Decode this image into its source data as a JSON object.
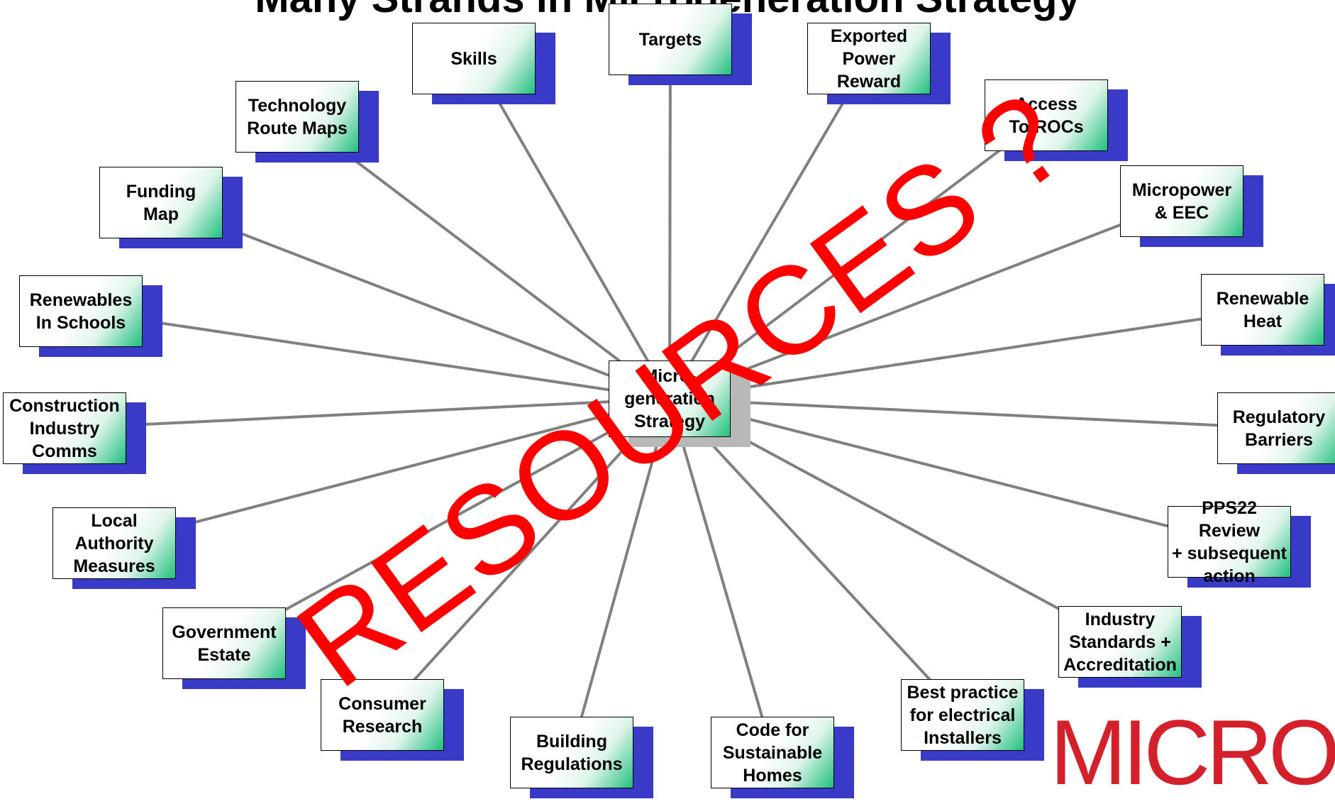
{
  "title": "Many Strands in Microgeneration Strategy",
  "center": {
    "label": "Micro-\ngeneration\nStrategy"
  },
  "nodes": [
    {
      "id": "targets",
      "label": "Targets"
    },
    {
      "id": "skills",
      "label": "Skills"
    },
    {
      "id": "exported-power-reward",
      "label": "Exported\nPower\nReward"
    },
    {
      "id": "technology-route-maps",
      "label": "Technology\nRoute Maps"
    },
    {
      "id": "access-to-rocs",
      "label": "Access\nTo ROCs"
    },
    {
      "id": "funding-map",
      "label": "Funding\nMap"
    },
    {
      "id": "micropower-eec",
      "label": "Micropower\n& EEC"
    },
    {
      "id": "renewables-in-schools",
      "label": "Renewables\nIn Schools"
    },
    {
      "id": "renewable-heat",
      "label": "Renewable\nHeat"
    },
    {
      "id": "construction-industry-comms",
      "label": "Construction\nIndustry\nComms"
    },
    {
      "id": "regulatory-barriers",
      "label": "Regulatory\nBarriers"
    },
    {
      "id": "local-authority-measures",
      "label": "Local\nAuthority\nMeasures"
    },
    {
      "id": "pps22-review",
      "label": "PPS22 Review\n+ subsequent\naction"
    },
    {
      "id": "government-estate",
      "label": "Government\nEstate"
    },
    {
      "id": "industry-standards",
      "label": "Industry\nStandards +\nAccreditation"
    },
    {
      "id": "consumer-research",
      "label": "Consumer\nResearch"
    },
    {
      "id": "best-practice-electrical",
      "label": "Best practice\nfor electrical\nInstallers"
    },
    {
      "id": "building-regulations",
      "label": "Building\nRegulations"
    },
    {
      "id": "code-sustainable-homes",
      "label": "Code for\nSustainable\nHomes"
    }
  ],
  "watermark": "RESOURCES ?",
  "logo": {
    "text": "MICRO"
  },
  "colors": {
    "shadow": "#3a3ac8",
    "center_shadow": "#b8b8b8",
    "gradient_accent": "#20c07e",
    "connector": "#808080",
    "watermark": "#ff0000",
    "logo": "#d4202a"
  }
}
